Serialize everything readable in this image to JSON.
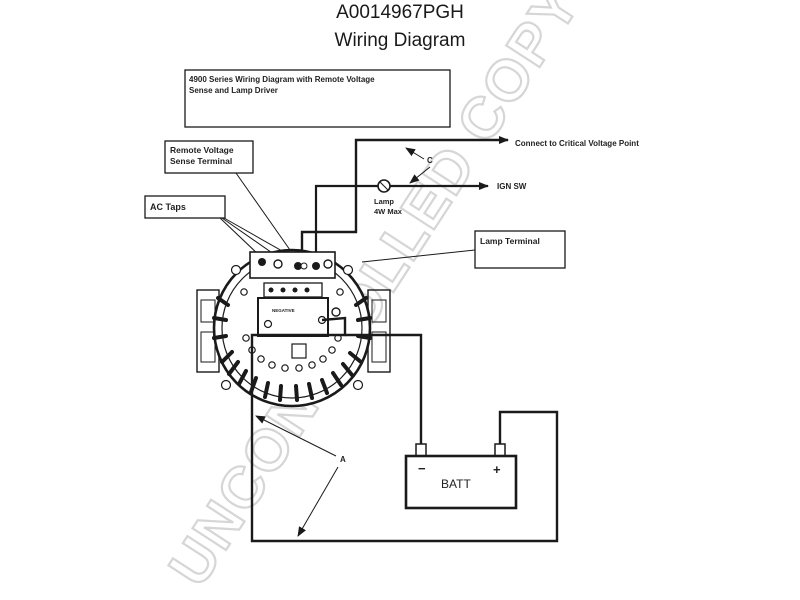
{
  "header": {
    "part_number": "A0014967PGH",
    "subtitle": "Wiring Diagram"
  },
  "diagram": {
    "main_caption_line1": "4900 Series Wiring Diagram with Remote Voltage",
    "main_caption_line2": "Sense and Lamp Driver",
    "remote_voltage_line1": "Remote Voltage",
    "remote_voltage_line2": "Sense Terminal",
    "ac_taps": "AC Taps",
    "connect_label": "Connect to Critical Voltage Point",
    "c_label": "C",
    "ign_label": "IGN SW",
    "lamp_line1": "Lamp",
    "lamp_line2": "4W Max",
    "lamp_terminal": "Lamp Terminal",
    "a_label": "A",
    "negative_label": "NEGATIVE",
    "battery_label": "BATT",
    "battery_minus": "−",
    "battery_plus": "+"
  },
  "watermark": "UNCONTROLLED COPY",
  "colors": {
    "line": "#1a1a1a",
    "watermark": "#d6d6d6"
  }
}
